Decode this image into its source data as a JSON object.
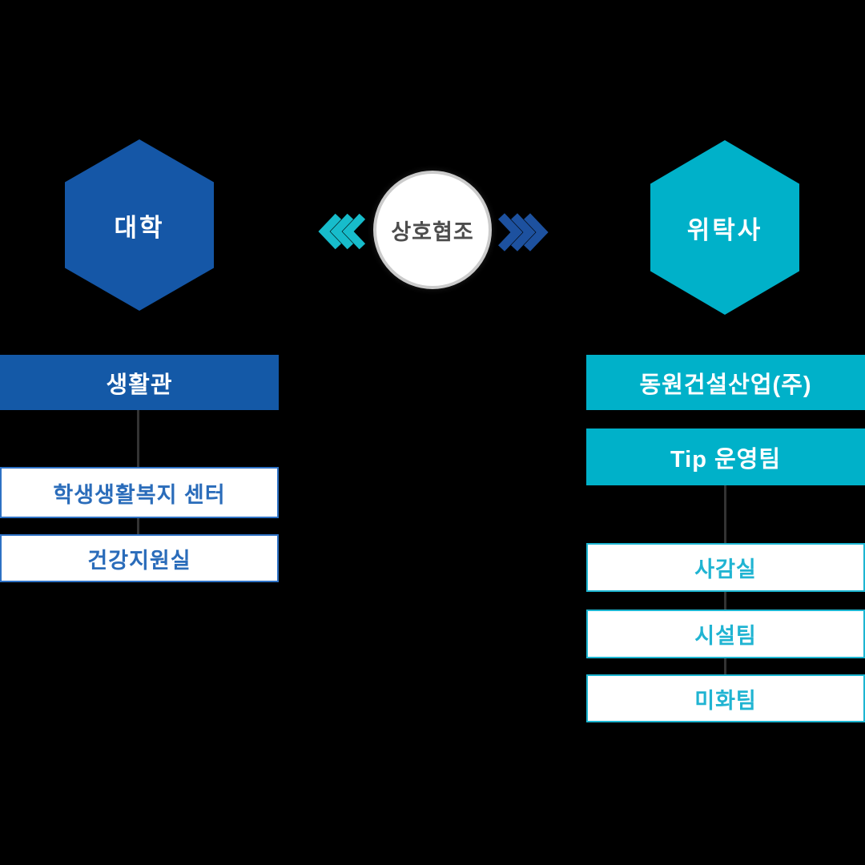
{
  "colors": {
    "background": "#000000",
    "primary_blue": "#1459a7",
    "chevron_blue": "#1d519f",
    "primary_teal": "#00b1c9",
    "chevron_teal": "#17bccb",
    "box_border_blue": "#2e71c4",
    "box_text_blue": "#2a6cba",
    "box_border_teal": "#1cb5d1",
    "box_text_teal": "#20b4d2",
    "circle_border": "#cbcbcb",
    "circle_text": "#4d4d4d",
    "connector": "#333333"
  },
  "center": {
    "label": "상호협조",
    "left_arrow_icon": "triple-chevron-left",
    "right_arrow_icon": "triple-chevron-right"
  },
  "university": {
    "hexagon_label": "대학",
    "department_bar": "생활관",
    "sub_offices": [
      "학생생활복지 센터",
      "건강지원실"
    ]
  },
  "contractor": {
    "hexagon_label": "위탁사",
    "company_bars": [
      "동원건설산업(주)",
      "Tip 운영팀"
    ],
    "teams": [
      "사감실",
      "시설팀",
      "미화팀"
    ]
  }
}
